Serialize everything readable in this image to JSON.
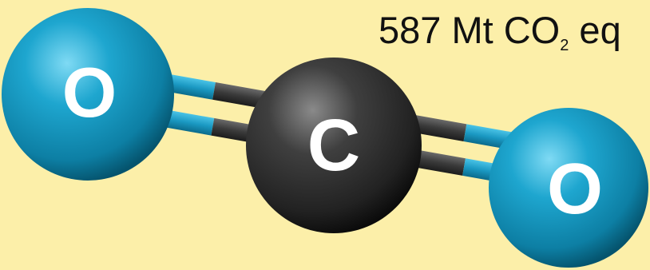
{
  "colors": {
    "background": "#FCEFA9",
    "oxygen": "#1EA0C8",
    "carbon": "#3A3A3A",
    "bond_blue": "#1C98C4",
    "bond_gray": "#3D3D3D",
    "label": "#FFFFFF",
    "headline": "#111111"
  },
  "headline": {
    "value": "587 Mt CO",
    "subscript": "2",
    "suffix": " eq"
  },
  "molecule": {
    "left_atom": "O",
    "center_atom": "C",
    "right_atom": "O"
  }
}
